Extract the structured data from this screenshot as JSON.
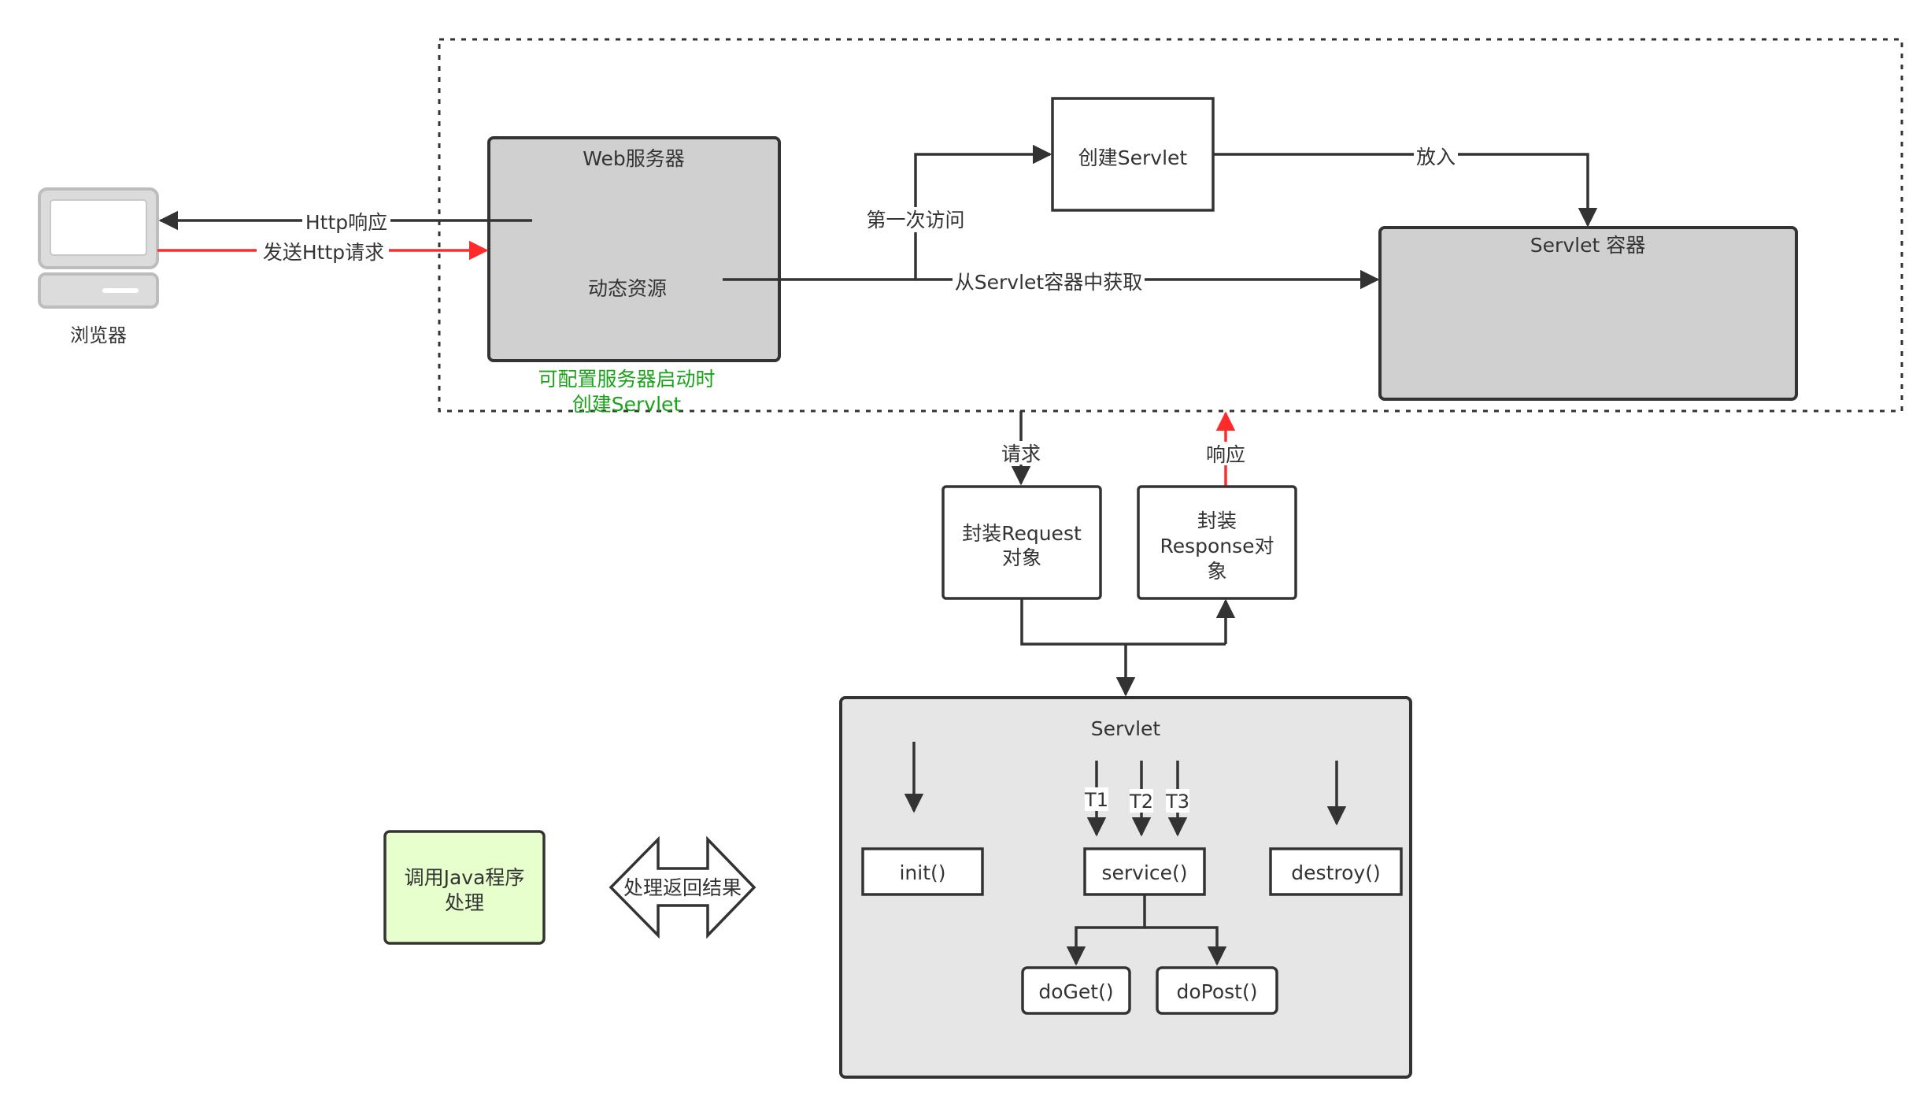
{
  "browser": {
    "label": "浏览器"
  },
  "web_server": {
    "title": "Web服务器",
    "dynamic_label": "动态资源",
    "note_line1": "可配置服务器启动时",
    "note_line2": "创建Servlet"
  },
  "create_servlet": {
    "label": "创建Servlet"
  },
  "servlet_container": {
    "title": "Servlet 容器"
  },
  "edges": {
    "http_response": "Http响应",
    "send_http_request": "发送Http请求",
    "first_visit": "第一次访问",
    "put_in": "放入",
    "get_from_container": "从Servlet容器中获取",
    "request": "请求",
    "response": "响应"
  },
  "request_box": {
    "line1": "封装Request",
    "line2": "对象"
  },
  "response_box": {
    "line1": "封装",
    "line2": "Response对",
    "line3": "象"
  },
  "servlet": {
    "title": "Servlet",
    "init": "init()",
    "service": "service()",
    "destroy": "destroy()",
    "do_get": "doGet()",
    "do_post": "doPost()",
    "t1": "T1",
    "t2": "T2",
    "t3": "T3"
  },
  "java_box": {
    "line1": "调用Java程序",
    "line2": "处理"
  },
  "return_result": {
    "label": "处理返回结果"
  },
  "colors": {
    "line": "#333333",
    "red": "#ff2a2a",
    "green_text": "#1aa31a",
    "box_gray": "#d0d0d0",
    "servlet_bg": "#e6e6e6",
    "java_bg": "#e6ffcc"
  }
}
